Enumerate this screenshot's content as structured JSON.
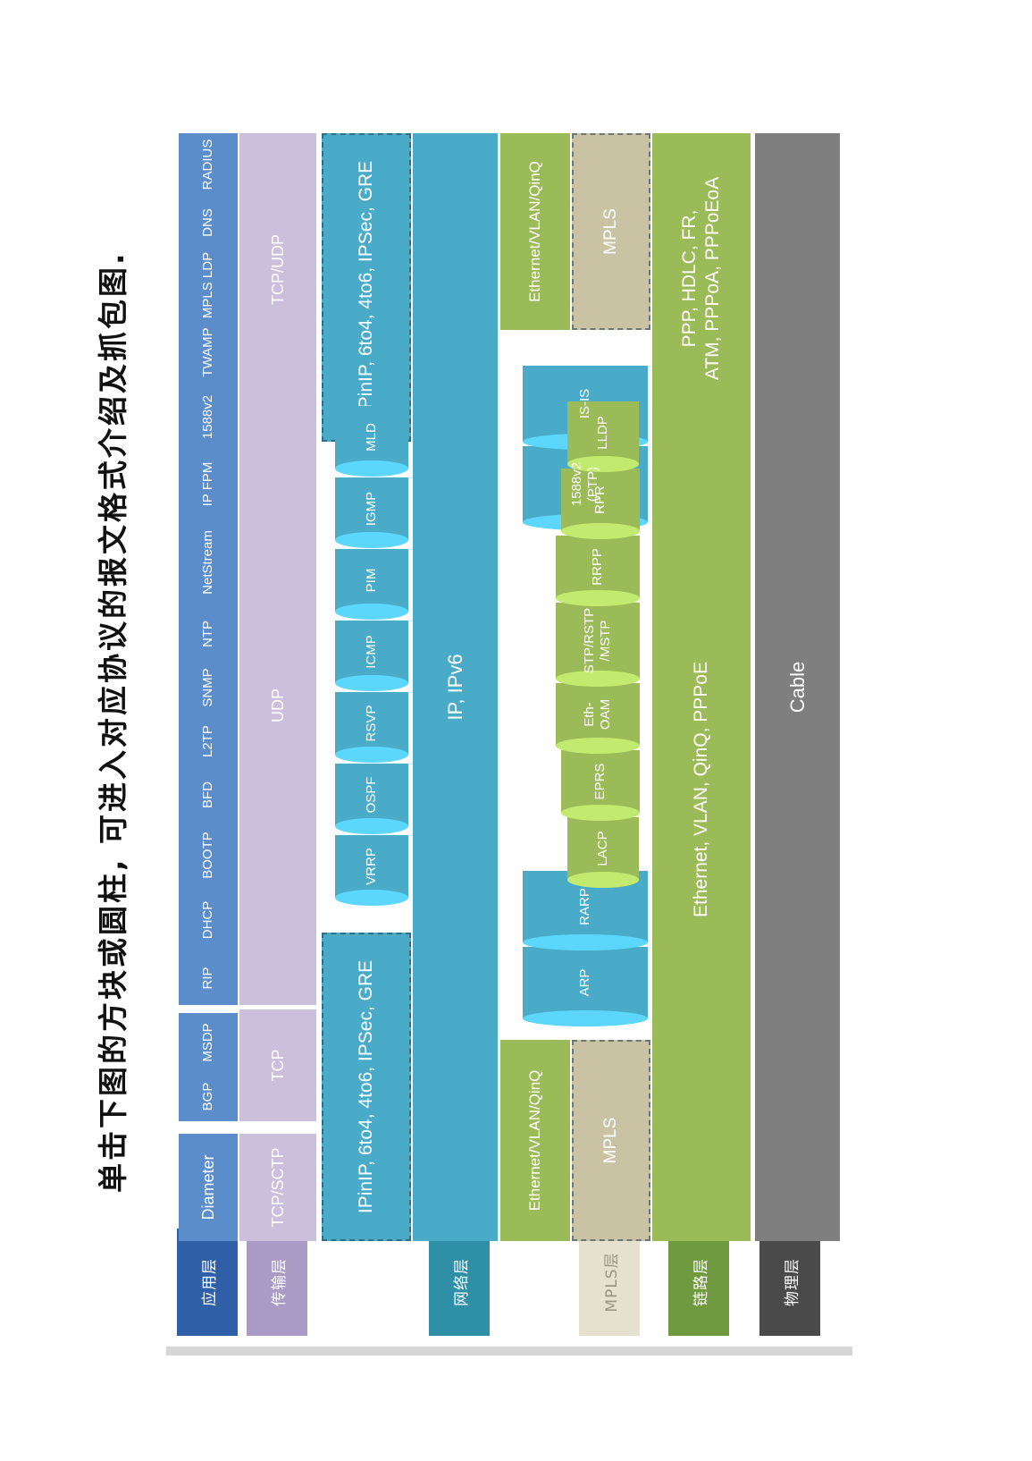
{
  "title": "单击下图的方块或圆柱, 可进入对应协议的报文格式介绍及抓包图.",
  "layers": {
    "application": "应用层",
    "transport": "传输层",
    "network": "网络层",
    "mpls": "MPLS层",
    "link": "链路层",
    "physical": "物理层"
  },
  "application": {
    "diameter": "Diameter",
    "bgp": "BGP",
    "msdp": "MSDP",
    "rip": "RIP",
    "dhcp": "DHCP",
    "bootp": "BOOTP",
    "bfd": "BFD",
    "l2tp": "L2TP",
    "snmp": "SNMP",
    "ntp": "NTP",
    "netstream": "NetStream",
    "ip_fpm": "IP FPM",
    "p1588v2": "1588v2",
    "twamp": "TWAMP",
    "mpls_ldp": "MPLS LDP",
    "dns": "DNS",
    "radius": "RADIUS"
  },
  "transport": {
    "tcp_sctp": "TCP/SCTP",
    "tcp": "TCP",
    "udp": "UDP",
    "tcp_udp": "TCP/UDP"
  },
  "tunnel": {
    "left": "IPinIP, 6to4, 4to6, IPSec, GRE",
    "right": "IPinIP, 6to4, 4to6, IPSec, GRE"
  },
  "network": {
    "ip": "IP, IPv6",
    "vrrp": "VRRP",
    "ospf": "OSPF",
    "rsvp": "RSVP",
    "icmp": "ICMP",
    "pim": "PIM",
    "igmp": "IGMP",
    "mld": "MLD"
  },
  "network_link": {
    "arp": "ARP",
    "rarp": "RARP",
    "ptp": "1588v2\n(PTP)",
    "isis": "IS-IS"
  },
  "link_cyl": {
    "lacp": "LACP",
    "eprs": "EPRS",
    "eth_oam": "Eth-\nOAM",
    "stp": "STP/RSTP\n/MSTP",
    "rrpp": "RRPP",
    "rpr": "RPR",
    "lldp": "LLDP"
  },
  "mpls_stack": {
    "eth_left": "Ethernet/VLAN/QinQ",
    "mpls_left": "MPLS",
    "eth_right": "Ethernet/VLAN/QinQ",
    "mpls_right": "MPLS"
  },
  "link": {
    "ethernet": "Ethernet, VLAN, QinQ, PPPoE",
    "ppp": "PPP, HDLC, FR,\nATM, PPPoA, PPPoEoA"
  },
  "physical": {
    "cable": "Cable"
  },
  "colors": {
    "app": "#5b8dca",
    "transport": "#cbbfdc",
    "network": "#4aabc9",
    "link": "#9bbb59",
    "mpls": "#c9c3a3",
    "physical": "#7f7f7f"
  }
}
